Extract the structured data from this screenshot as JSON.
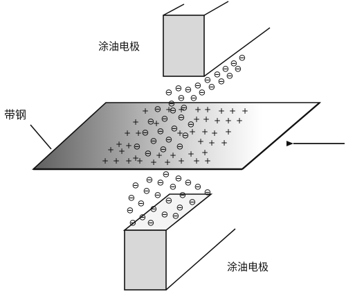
{
  "labels": {
    "top_electrode": "涂油电极",
    "bottom_electrode": "涂油电极",
    "steel_strip": "带钢"
  },
  "symbols": {
    "negative": "⊖",
    "positive": "+"
  },
  "colors": {
    "outline": "#111111",
    "strip_dark": "#5e5e5e",
    "strip_light": "#ffffff",
    "electrode_face": "#d8d8d8",
    "electrode_side": "#f7f7f7"
  }
}
